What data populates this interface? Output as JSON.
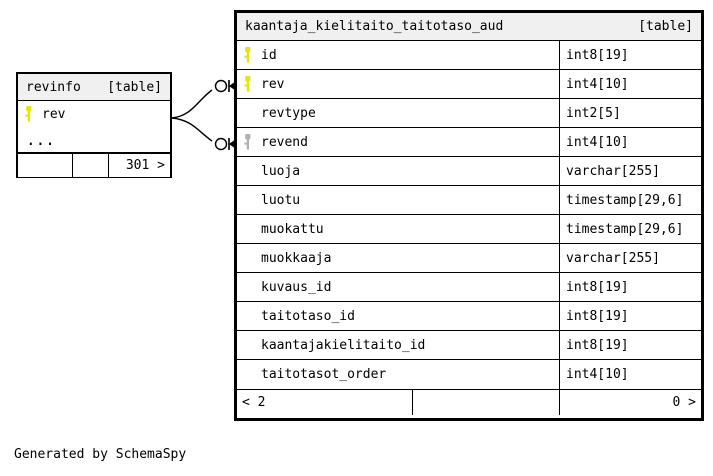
{
  "diagram": {
    "tool_caption": "Generated by SchemaSpy",
    "type": "entity-relationship-diagram",
    "background": "#ffffff",
    "key_colors": {
      "primary_key": "#e6e600",
      "foreign_key": "#b0b0b0"
    }
  },
  "main_table": {
    "name": "kaantaja_kielitaito_taitotaso_aud",
    "tag": "[table]",
    "columns": [
      {
        "key": "primary",
        "key_icon": "key-icon",
        "name": "id",
        "type": "int8[19]"
      },
      {
        "key": "primary",
        "key_icon": "key-icon",
        "name": "rev",
        "type": "int4[10]"
      },
      {
        "key": "none",
        "key_icon": "",
        "name": "revtype",
        "type": "int2[5]"
      },
      {
        "key": "foreign",
        "key_icon": "key-icon",
        "name": "revend",
        "type": "int4[10]"
      },
      {
        "key": "none",
        "key_icon": "",
        "name": "luoja",
        "type": "varchar[255]"
      },
      {
        "key": "none",
        "key_icon": "",
        "name": "luotu",
        "type": "timestamp[29,6]"
      },
      {
        "key": "none",
        "key_icon": "",
        "name": "muokattu",
        "type": "timestamp[29,6]"
      },
      {
        "key": "none",
        "key_icon": "",
        "name": "muokkaaja",
        "type": "varchar[255]"
      },
      {
        "key": "none",
        "key_icon": "",
        "name": "kuvaus_id",
        "type": "int8[19]"
      },
      {
        "key": "none",
        "key_icon": "",
        "name": "taitotaso_id",
        "type": "int8[19]"
      },
      {
        "key": "none",
        "key_icon": "",
        "name": "kaantajakielitaito_id",
        "type": "int8[19]"
      },
      {
        "key": "none",
        "key_icon": "",
        "name": "taitotasot_order",
        "type": "int4[10]"
      }
    ],
    "footer": {
      "left": "< 2",
      "middle": "",
      "right": "0 >"
    }
  },
  "revinfo_table": {
    "name": "revinfo",
    "tag": "[table]",
    "columns": [
      {
        "key": "primary",
        "key_icon": "key-icon",
        "name": "rev",
        "type": ""
      }
    ],
    "ellipsis": "...",
    "footer": {
      "left": "",
      "middle": "",
      "right": "301 >"
    }
  },
  "relationships": [
    {
      "from": "revinfo.rev",
      "to": "kaantaja_kielitaito_taitotaso_aud.rev",
      "from_cardinality": "one",
      "to_cardinality": "zero-or-more"
    },
    {
      "from": "revinfo.rev",
      "to": "kaantaja_kielitaito_taitotaso_aud.revend",
      "from_cardinality": "one",
      "to_cardinality": "zero-or-more"
    }
  ]
}
